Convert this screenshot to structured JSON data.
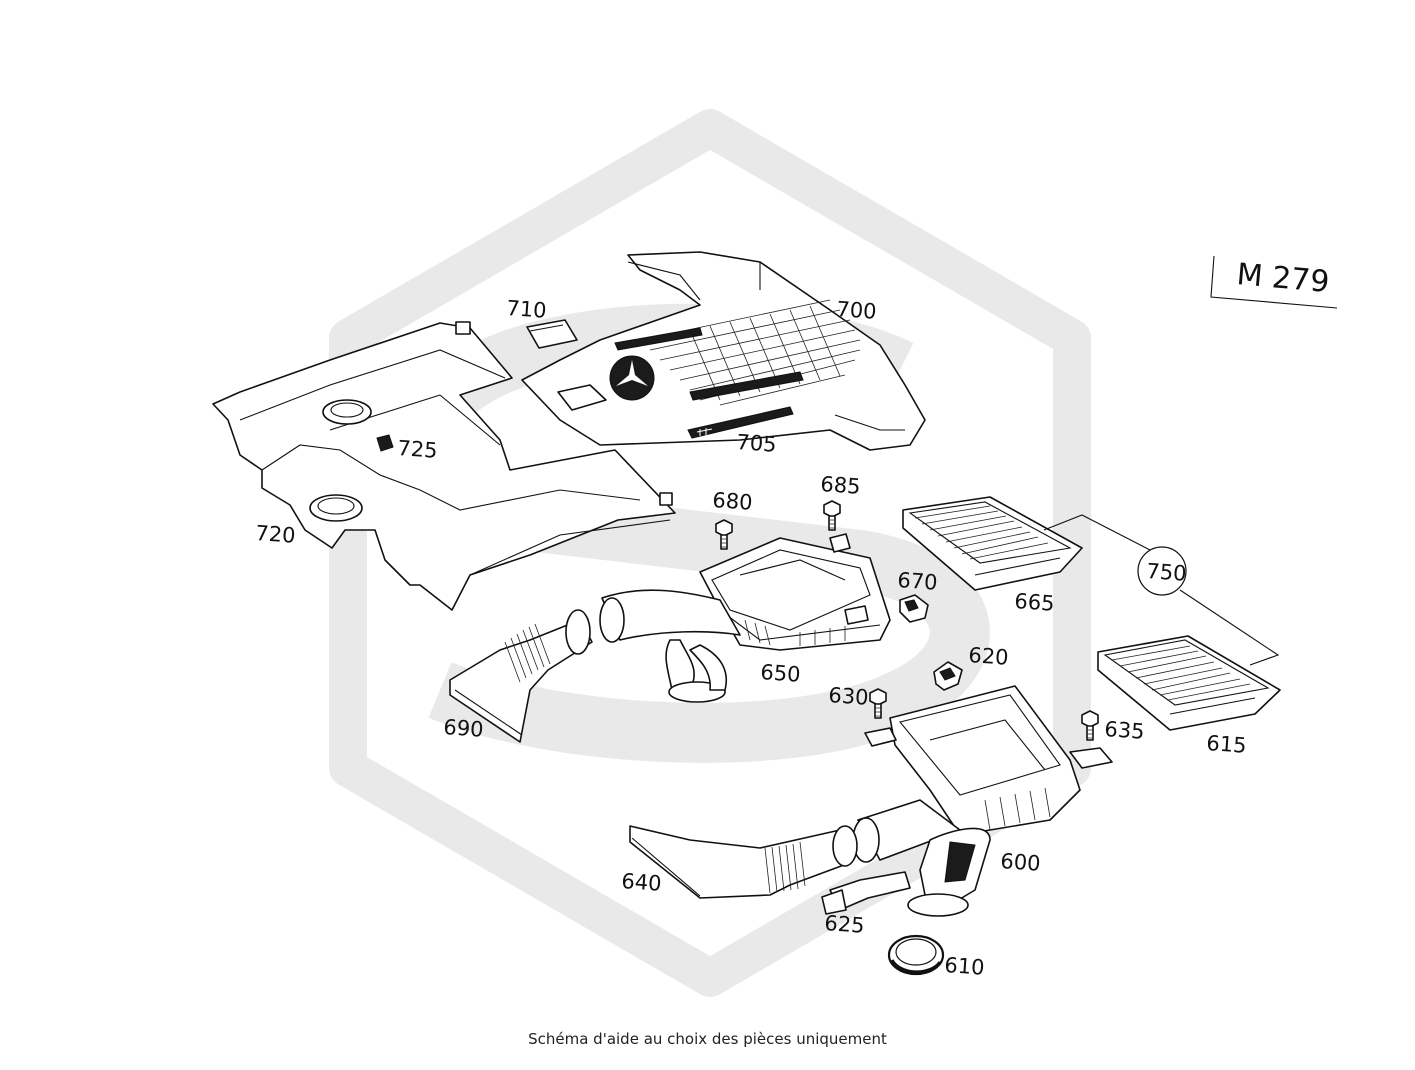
{
  "diagram": {
    "model_label": "M 279",
    "caption": "Schéma d'aide au choix des pièces uniquement",
    "callouts": {
      "p600": "600",
      "p610": "610",
      "p615": "615",
      "p620": "620",
      "p625": "625",
      "p630": "630",
      "p635": "635",
      "p640": "640",
      "p650": "650",
      "p665": "665",
      "p670": "670",
      "p680": "680",
      "p685": "685",
      "p690": "690",
      "p700": "700",
      "p705": "705",
      "p710": "710",
      "p720": "720",
      "p725": "725",
      "p750": "750"
    },
    "colors": {
      "line": "#111111",
      "watermark": "#e8e8e8",
      "background": "#ffffff"
    }
  }
}
